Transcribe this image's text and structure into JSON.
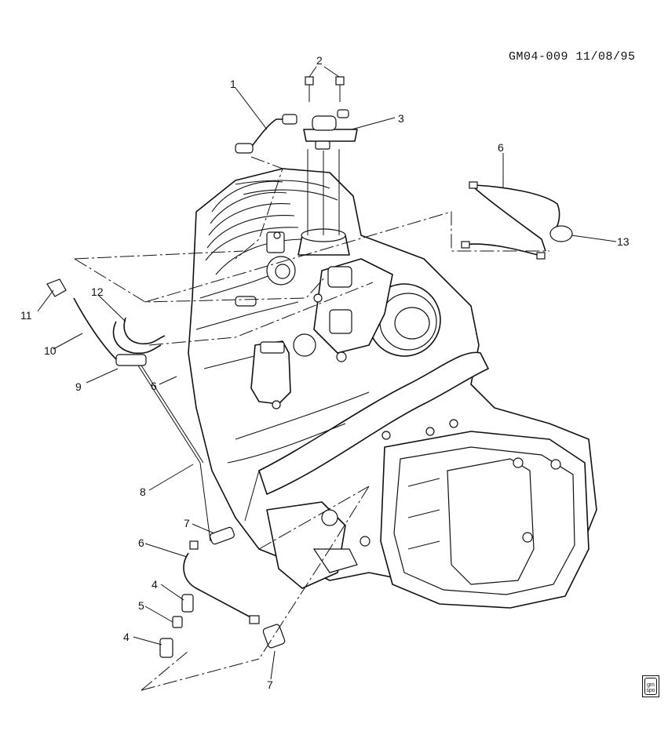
{
  "header": {
    "code": "GM04-009 11/08/95"
  },
  "logo": {
    "text_top": "gm",
    "text_bottom": "spo"
  },
  "callouts": [
    {
      "id": "c1",
      "label": "1"
    },
    {
      "id": "c2",
      "label": "2"
    },
    {
      "id": "c3",
      "label": "3"
    },
    {
      "id": "c6a",
      "label": "6"
    },
    {
      "id": "c13",
      "label": "13"
    },
    {
      "id": "c11",
      "label": "11"
    },
    {
      "id": "c12",
      "label": "12"
    },
    {
      "id": "c10",
      "label": "10"
    },
    {
      "id": "c9",
      "label": "9"
    },
    {
      "id": "c6b",
      "label": "6"
    },
    {
      "id": "c8",
      "label": "8"
    },
    {
      "id": "c7a",
      "label": "7"
    },
    {
      "id": "c6c",
      "label": "6"
    },
    {
      "id": "c4a",
      "label": "4"
    },
    {
      "id": "c5",
      "label": "5"
    },
    {
      "id": "c4b",
      "label": "4"
    },
    {
      "id": "c7b",
      "label": "7"
    }
  ]
}
